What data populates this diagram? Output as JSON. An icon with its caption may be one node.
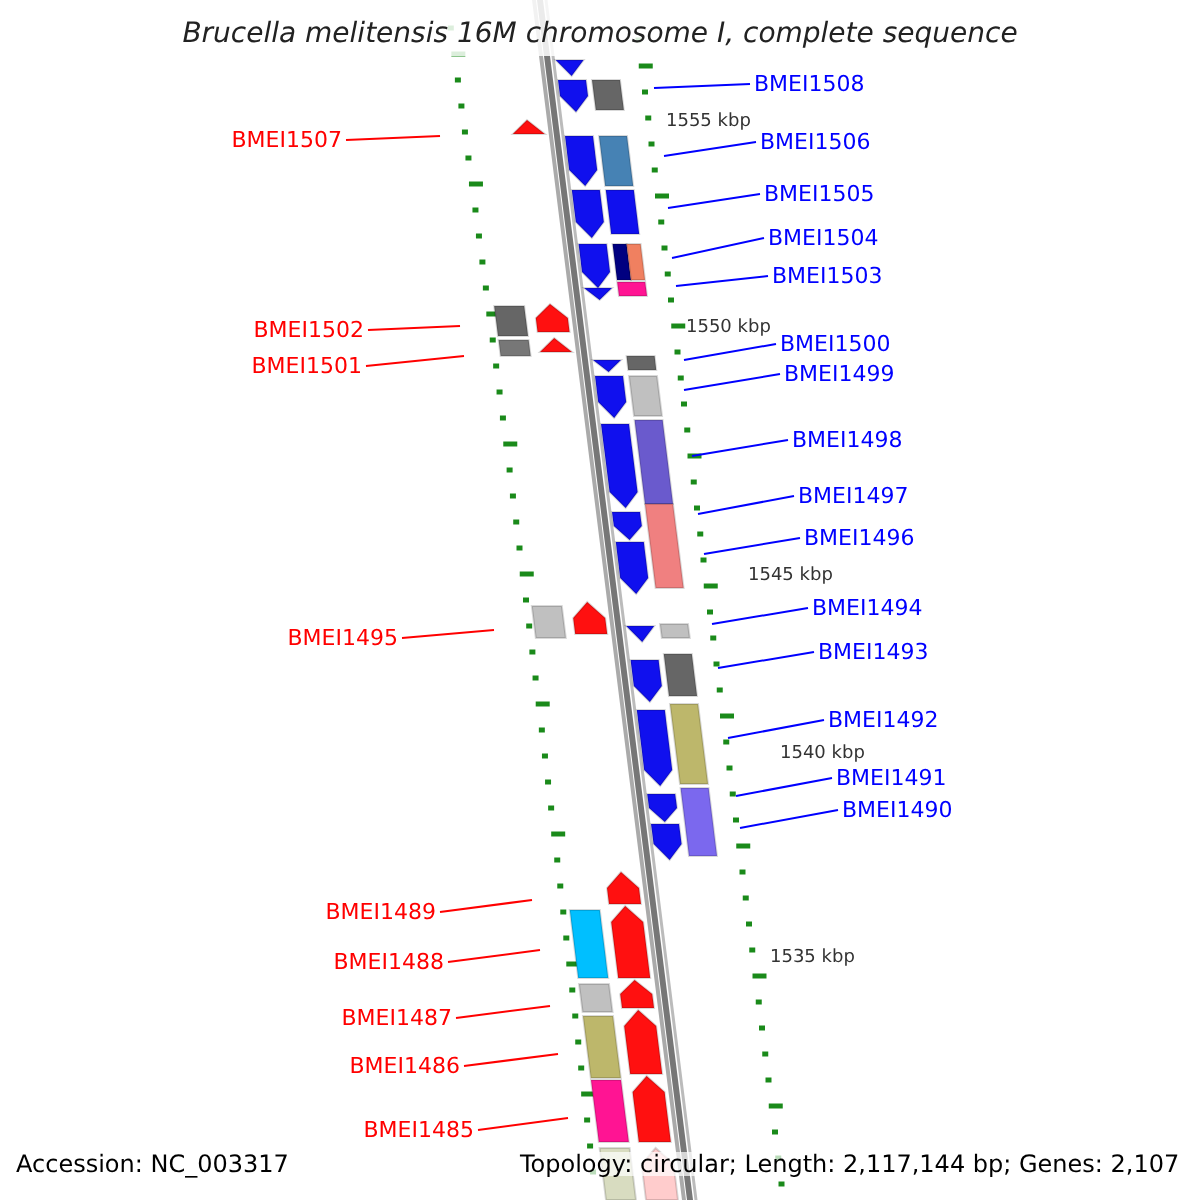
{
  "diagram": {
    "title": "Brucella melitensis 16M chromosome I, complete sequence",
    "nodes": [
      {
        "text": [
          "BMEI1508"
        ]
      },
      {
        "text": [
          "BMEI1507"
        ]
      },
      {
        "text": [
          "BMEI1506"
        ]
      },
      {
        "text": [
          "BMEI1505"
        ]
      },
      {
        "text": [
          "BMEI1504"
        ]
      },
      {
        "text": [
          "BMEI1503"
        ]
      },
      {
        "text": [
          "BMEI1502"
        ]
      },
      {
        "text": [
          "BMEI1501"
        ]
      },
      {
        "text": [
          "BMEI1500"
        ]
      },
      {
        "text": [
          "BMEI1499"
        ]
      },
      {
        "text": [
          "BMEI1498"
        ]
      },
      {
        "text": [
          "BMEI1497"
        ]
      },
      {
        "text": [
          "BMEI1496"
        ]
      },
      {
        "text": [
          "BMEI1495"
        ]
      },
      {
        "text": [
          "BMEI1494"
        ]
      },
      {
        "text": [
          "BMEI1493"
        ]
      },
      {
        "text": [
          "BMEI1492"
        ]
      },
      {
        "text": [
          "BMEI1491"
        ]
      },
      {
        "text": [
          "BMEI1490"
        ]
      },
      {
        "text": [
          "BMEI1489"
        ]
      },
      {
        "text": [
          "BMEI1488"
        ]
      },
      {
        "text": [
          "BMEI1487"
        ]
      },
      {
        "text": [
          "BMEI1486"
        ]
      },
      {
        "text": [
          "BMEI1485"
        ]
      }
    ],
    "edges": [
      {
        "from": 0,
        "to": null,
        "arrow": "none"
      },
      {
        "from": 1,
        "to": null,
        "arrow": "none",
        "color": "#ff0000"
      },
      {
        "from": 2,
        "to": null,
        "arrow": "none"
      },
      {
        "from": 3,
        "to": null,
        "arrow": "none"
      },
      {
        "from": 4,
        "to": null,
        "arrow": "none"
      },
      {
        "from": 5,
        "to": null,
        "arrow": "none"
      },
      {
        "from": 6,
        "to": null,
        "arrow": "none",
        "color": "#ff0000"
      },
      {
        "from": 7,
        "to": null,
        "arrow": "none",
        "color": "#ff0000"
      },
      {
        "from": 8,
        "to": null,
        "arrow": "none"
      },
      {
        "from": 9,
        "to": null,
        "arrow": "none"
      },
      {
        "from": 10,
        "to": null,
        "arrow": "none"
      },
      {
        "from": 11,
        "to": null,
        "arrow": "none"
      },
      {
        "from": 12,
        "to": null,
        "arrow": "none"
      },
      {
        "from": 13,
        "to": null,
        "arrow": "none",
        "color": "#ff0000"
      },
      {
        "from": 14,
        "to": null,
        "arrow": "none"
      },
      {
        "from": 15,
        "to": null,
        "arrow": "none"
      },
      {
        "from": 16,
        "to": null,
        "arrow": "none"
      },
      {
        "from": 17,
        "to": null,
        "arrow": "none"
      },
      {
        "from": 18,
        "to": null,
        "arrow": "none"
      },
      {
        "from": 19,
        "to": null,
        "arrow": "none",
        "color": "#ff0000"
      },
      {
        "from": 20,
        "to": null,
        "arrow": "none",
        "color": "#ff0000"
      },
      {
        "from": 21,
        "to": null,
        "arrow": "none",
        "color": "#ff0000"
      },
      {
        "from": 22,
        "to": null,
        "arrow": "none",
        "color": "#ff0000"
      },
      {
        "from": 23,
        "to": null,
        "arrow": "none",
        "color": "#ff0000"
      }
    ],
    "labels": [
      "1555 kbp",
      "1550 kbp",
      "1545 kbp",
      "1540 kbp",
      "1535 kbp",
      "Accession: NC_003317",
      "Topology: circular; Length: 2,117,144 bp; Genes: 2,107"
    ]
  }
}
